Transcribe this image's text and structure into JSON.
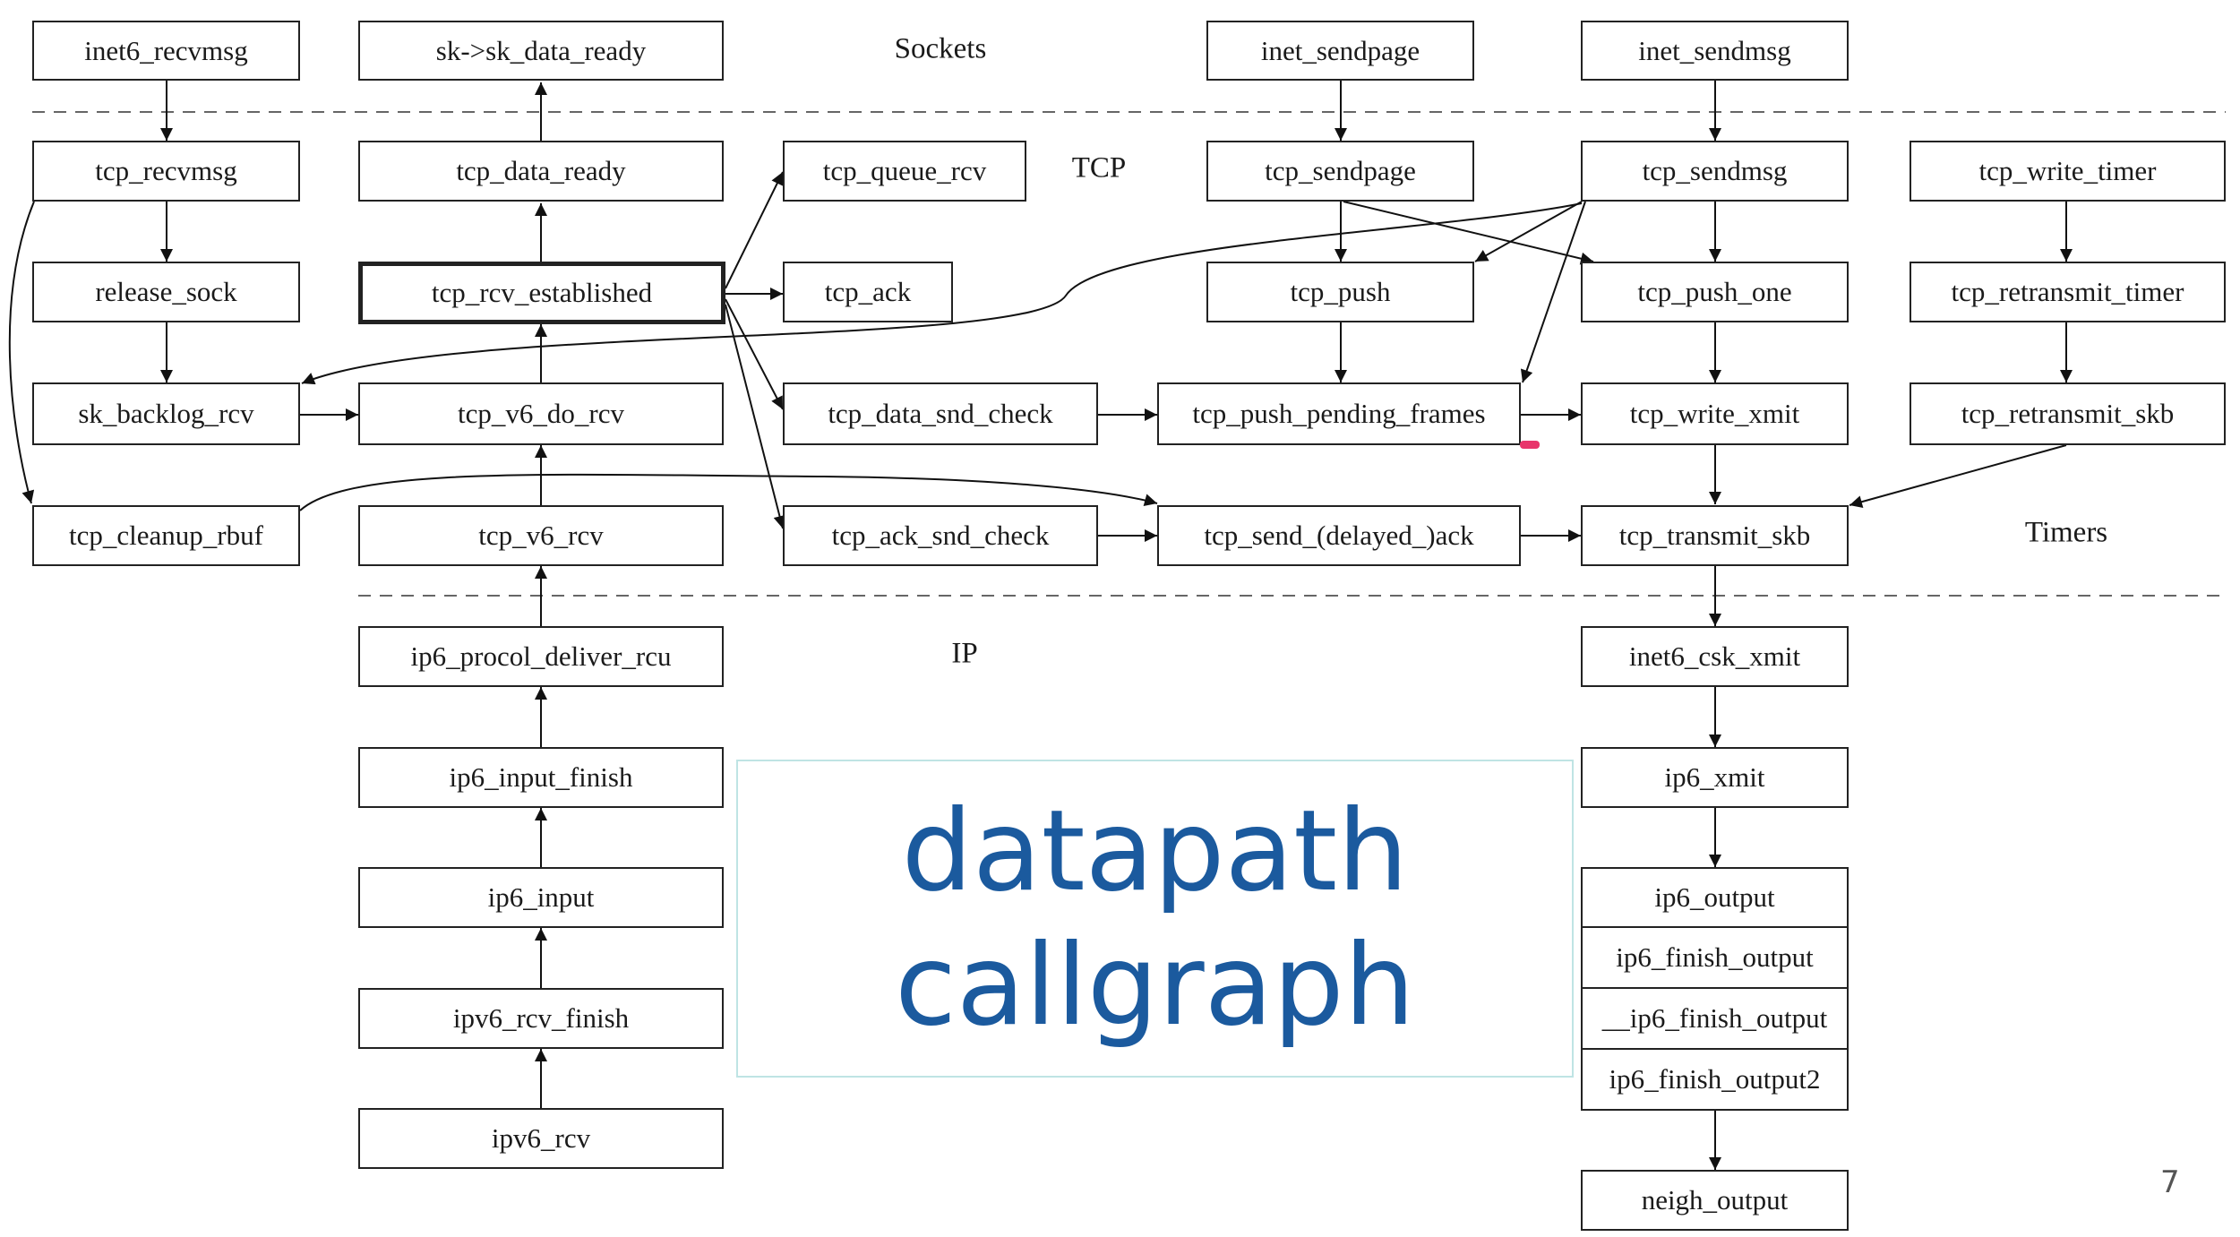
{
  "sections": {
    "sockets": "Sockets",
    "tcp": "TCP",
    "timers": "Timers",
    "ip": "IP"
  },
  "title": {
    "line1": "datapath",
    "line2": "callgraph"
  },
  "page_number": "7",
  "nodes": {
    "inet6_recvmsg": "inet6_recvmsg",
    "sk_data_ready": "sk->sk_data_ready",
    "inet_sendpage": "inet_sendpage",
    "inet_sendmsg": "inet_sendmsg",
    "tcp_recvmsg": "tcp_recvmsg",
    "tcp_data_ready": "tcp_data_ready",
    "tcp_queue_rcv": "tcp_queue_rcv",
    "tcp_sendpage": "tcp_sendpage",
    "tcp_sendmsg": "tcp_sendmsg",
    "tcp_write_timer": "tcp_write_timer",
    "release_sock": "release_sock",
    "tcp_rcv_established": "tcp_rcv_established",
    "tcp_ack": "tcp_ack",
    "tcp_push": "tcp_push",
    "tcp_push_one": "tcp_push_one",
    "tcp_retransmit_timer": "tcp_retransmit_timer",
    "sk_backlog_rcv": "sk_backlog_rcv",
    "tcp_v6_do_rcv": "tcp_v6_do_rcv",
    "tcp_data_snd_check": "tcp_data_snd_check",
    "tcp_push_pending_frames": "tcp_push_pending_frames",
    "tcp_write_xmit": "tcp_write_xmit",
    "tcp_retransmit_skb": "tcp_retransmit_skb",
    "tcp_cleanup_rbuf": "tcp_cleanup_rbuf",
    "tcp_v6_rcv": "tcp_v6_rcv",
    "tcp_ack_snd_check": "tcp_ack_snd_check",
    "tcp_send_delayed_ack": "tcp_send_(delayed_)ack",
    "tcp_transmit_skb": "tcp_transmit_skb",
    "ip6_protocol_deliver_rcu": "ip6_procol_deliver_rcu",
    "inet6_csk_xmit": "inet6_csk_xmit",
    "ip6_input_finish": "ip6_input_finish",
    "ip6_xmit": "ip6_xmit",
    "ip6_input": "ip6_input",
    "ip6_output": "ip6_output",
    "ip6_finish_output": "ip6_finish_output",
    "__ip6_finish_output": "__ip6_finish_output",
    "ip6_finish_output2": "ip6_finish_output2",
    "ipv6_rcv_finish": "ipv6_rcv_finish",
    "ipv6_rcv": "ipv6_rcv",
    "neigh_output": "neigh_output"
  }
}
